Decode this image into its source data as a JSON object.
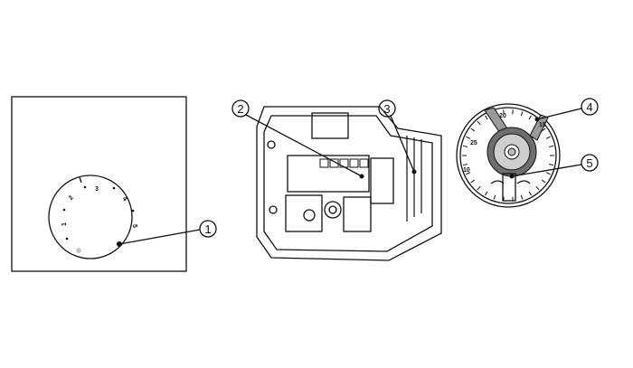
{
  "callouts": [
    "1",
    "2",
    "3",
    "4",
    "5"
  ],
  "left_dial": {
    "scale_labels": [
      "1",
      "2",
      "3",
      "4",
      "5"
    ],
    "symbol": "snowflake-icon"
  },
  "right_dial": {
    "scale_labels": [
      "20",
      "25",
      "15",
      "10"
    ]
  },
  "colors": {
    "line": "#111111",
    "fill_gray": "#bdbdbd",
    "dark_gray": "#6e6e6e"
  }
}
